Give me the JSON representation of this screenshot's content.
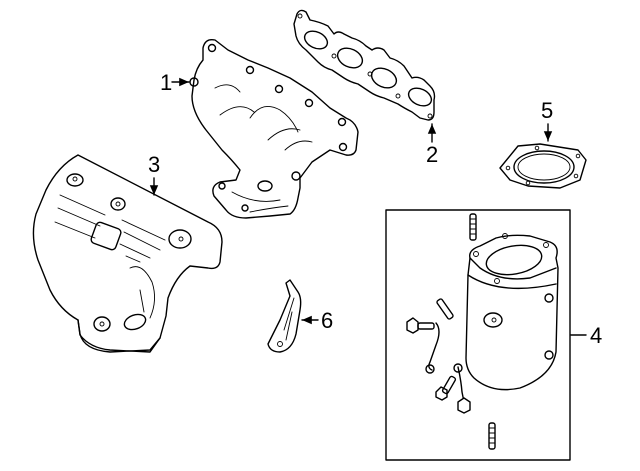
{
  "diagram": {
    "type": "exploded parts diagram",
    "subject": "exhaust manifold and catalytic converter assembly",
    "callouts": [
      {
        "id": "1",
        "label": "1",
        "part": "exhaust-manifold"
      },
      {
        "id": "2",
        "label": "2",
        "part": "manifold-gasket"
      },
      {
        "id": "3",
        "label": "3",
        "part": "heat-shield"
      },
      {
        "id": "4",
        "label": "4",
        "part": "catalytic-converter-kit"
      },
      {
        "id": "5",
        "label": "5",
        "part": "converter-gasket"
      },
      {
        "id": "6",
        "label": "6",
        "part": "support-bracket"
      }
    ]
  }
}
